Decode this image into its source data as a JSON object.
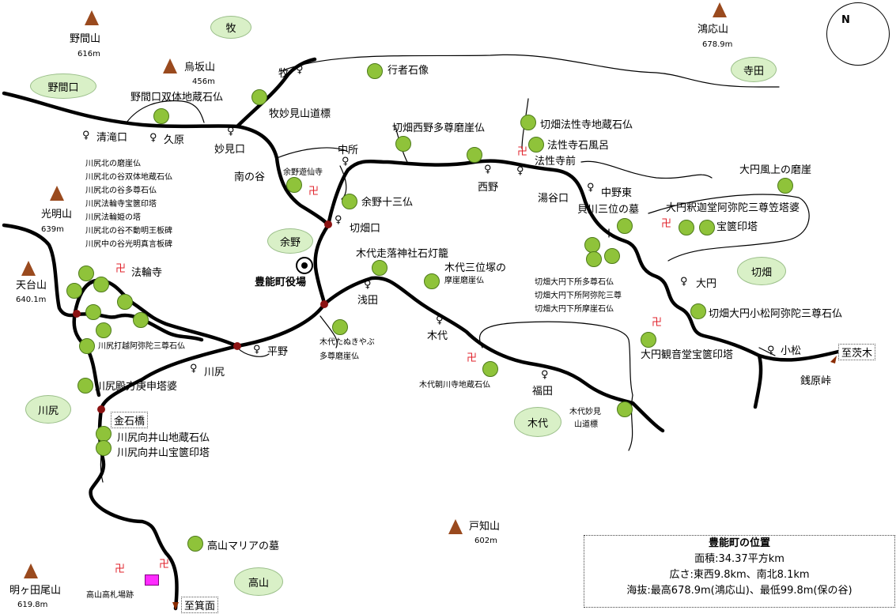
{
  "north": "N",
  "mountains": [
    {
      "id": "noma",
      "name": "野間山",
      "elev": "616m"
    },
    {
      "id": "karasuzaka",
      "name": "烏坂山",
      "elev": "456m"
    },
    {
      "id": "meimyo",
      "name": "光明山",
      "elev": "639m"
    },
    {
      "id": "tendai",
      "name": "天台山",
      "elev": "640.1m"
    },
    {
      "id": "myogatao",
      "name": "明ヶ田尾山",
      "elev": "619.8m"
    },
    {
      "id": "tochi",
      "name": "戸知山",
      "elev": "602m"
    },
    {
      "id": "konosu",
      "name": "鴻応山",
      "elev": "678.9m"
    }
  ],
  "areas": [
    "牧",
    "野間口",
    "寺田",
    "余野",
    "切畑",
    "川尻",
    "木代",
    "高山"
  ],
  "places": {
    "maki": "牧",
    "kiyotakiguchi": "清滝口",
    "kubara": "久原",
    "myokenguchi": "妙見口",
    "minaminotani": "南の谷",
    "nakasho": "中所",
    "nishino": "西野",
    "yudaniguchi": "湯谷口",
    "nakanohigashi": "中野東",
    "hosshojimae": "法性寺前",
    "kirihataguchi": "切畑口",
    "asada": "浅田",
    "kishiro": "木代",
    "fukuda": "福田",
    "oogama": "大円",
    "komatsu": "小松",
    "zenbara": "銭原峠",
    "kawajiri": "川尻",
    "hirano": "平野",
    "horinji": "法輪寺",
    "kanaishibashi": "金石橋",
    "toward_ibaraki": "至茨木",
    "toward_minoo": "至箕面",
    "yoshino_temple": "余野遊仙寺",
    "hoen_mark": "宝篋印塔"
  },
  "sites": {
    "gyoja": "行者石像",
    "nomaguchi_jizo": "野間口双体地蔵石仏",
    "makimyoken": "牧妙見山道標",
    "nishino_tamon": "切畑西野多尊磨崖仏",
    "hossho_jizo": "切畑法性寺地蔵石仏",
    "hossho_furo": "法性寺石風呂",
    "yoshino13": "余野十三仏",
    "kaigawa": "貝川三位の墓",
    "oogama_cliff": "大円風上の磨崖",
    "oogama_amida": "大円釈迦堂阿弥陀三尊笠塔婆",
    "kishiro_toro": "木代走落神社石灯籠",
    "kishiro_sanmi": "木代三位塚の",
    "kishiro_sanmi2": "摩崖磨崖仏",
    "oogama_list": [
      "切畑大円下所多尊石仏",
      "切畑大円下所阿弥陀三尊",
      "切畑大円下所摩崖石仏"
    ],
    "kishiro_tanuki": "木代たぬきやぶ",
    "kishiro_tanuki2": "多尊磨崖仏",
    "komatsu_amida": "切畑大円小松阿弥陀三尊石仏",
    "kannon": "大円観音堂宝篋印塔",
    "kishiro_chokawa": "木代朝川寺地蔵石仏",
    "kishiro_myoken": "木代妙見",
    "kishiro_myoken2": "山道標",
    "kawajiri_list": [
      "川尻北の磨崖仏",
      "川尻北の谷双体地蔵石仏",
      "川尻北の谷多尊石仏",
      "川尻法輪寺宝篋印塔",
      "川尻法輪姫の塔",
      "川尻北の谷不動明王板碑",
      "川尻中の谷光明真言板碑"
    ],
    "kawajiri_amida": "川尻打越阿弥陀三尊石仏",
    "kawajiri_koshin": "川尻殿方庚申塔婆",
    "mukai_jizo": "川尻向井山地蔵石仏",
    "mukai_hoen": "川尻向井山宝篋印塔",
    "maria": "高山マリアの墓",
    "takayama_fuda": "高山高札場跡",
    "townhall": "豊能町役場"
  },
  "info": {
    "title": "豊能町の位置",
    "area": "面積:34.37平方km",
    "size": "広さ:東西9.8km、南北8.1km",
    "elev": "海抜:最高678.9m(鴻応山)、最低99.8m(保の谷)"
  },
  "colors": {
    "road": "#000000",
    "area_fill": "#d9f0c7",
    "site": "#8fc33a",
    "mountain": "#9a4a1e",
    "temple": "#e0202a",
    "node": "#8b1212",
    "arrow": "#ff1a1a"
  }
}
